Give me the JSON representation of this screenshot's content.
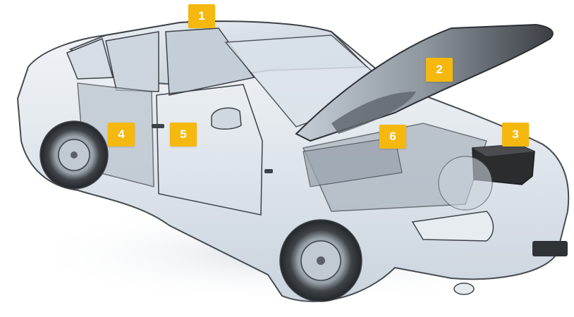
{
  "colors": {
    "marker": "#f5b80f",
    "marker_text": "#ffffff",
    "glass_body": "#dfe6ee",
    "outline": "#3d4247",
    "battery": "#2b2c2e"
  },
  "markers": [
    {
      "id": "1",
      "label": "1"
    },
    {
      "id": "2",
      "label": "2"
    },
    {
      "id": "3",
      "label": "3"
    },
    {
      "id": "4",
      "label": "4"
    },
    {
      "id": "5",
      "label": "5"
    },
    {
      "id": "6",
      "label": "6"
    }
  ]
}
